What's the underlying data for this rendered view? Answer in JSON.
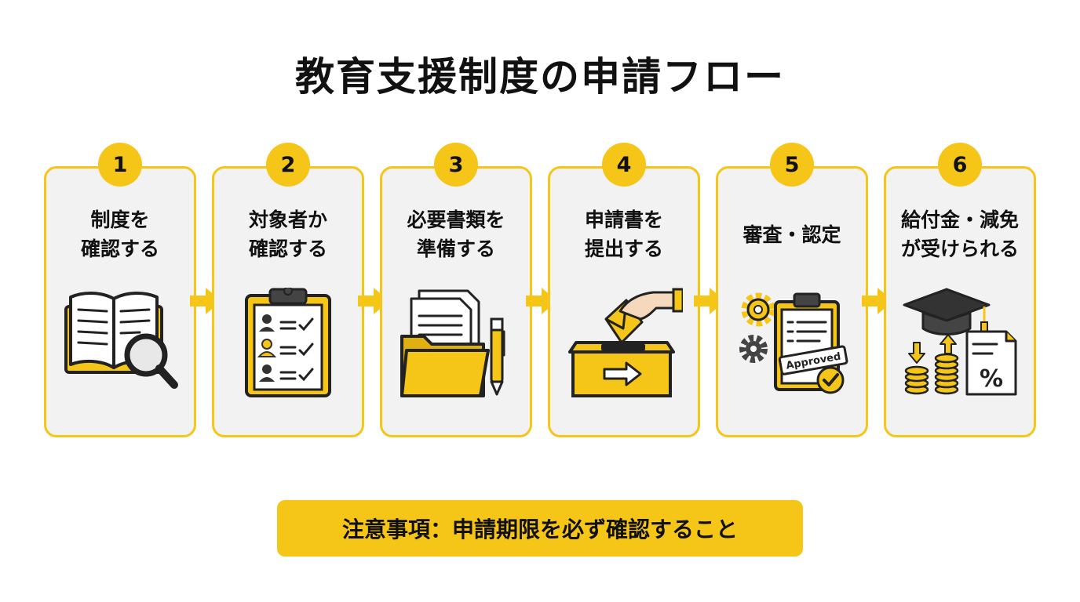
{
  "title": "教育支援制度の申請フロー",
  "accent_color": "#f5c518",
  "steps": [
    {
      "number": "1",
      "line1": "制度を",
      "line2": "確認する",
      "icon": "book-magnifier-icon"
    },
    {
      "number": "2",
      "line1": "対象者か",
      "line2": "確認する",
      "icon": "clipboard-checklist-icon"
    },
    {
      "number": "3",
      "line1": "必要書類を",
      "line2": "準備する",
      "icon": "folder-documents-pen-icon"
    },
    {
      "number": "4",
      "line1": "申請書を",
      "line2": "提出する",
      "icon": "submission-box-icon"
    },
    {
      "number": "5",
      "line1": "審査・認定",
      "line2": "",
      "icon": "gears-approved-clipboard-icon",
      "stamp": "Approved"
    },
    {
      "number": "6",
      "line1": "給付金・減免",
      "line2": "が受けられる",
      "icon": "graduation-cap-coins-icon",
      "percent": "%"
    }
  ],
  "note": "注意事項：申請期限を必ず確認すること"
}
